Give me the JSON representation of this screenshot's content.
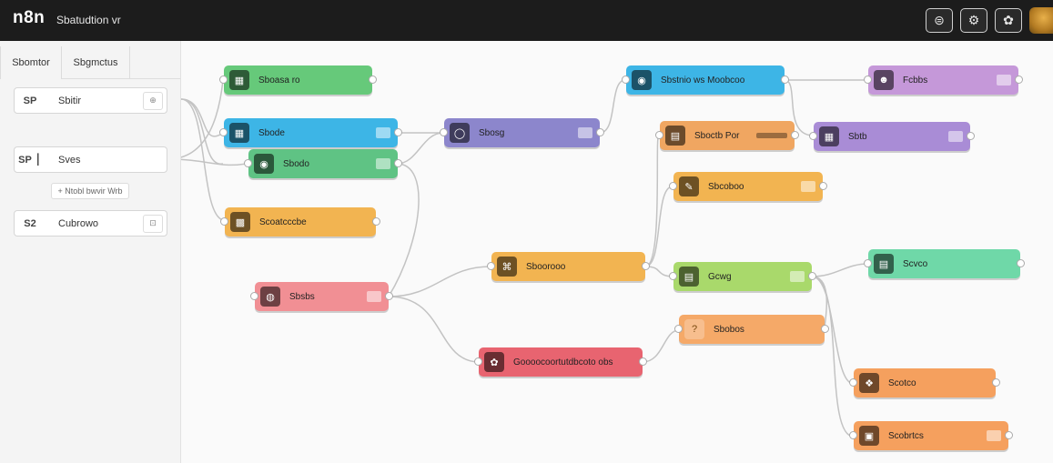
{
  "app": {
    "logo": "n8n",
    "title": "Sbatudtion vr"
  },
  "topbar": {
    "buttons": [
      {
        "name": "workflow-icon",
        "glyph": "⊜"
      },
      {
        "name": "settings-icon",
        "glyph": "⚙"
      },
      {
        "name": "share-icon",
        "glyph": "✿"
      }
    ]
  },
  "sidebar": {
    "tabs": [
      "Sbomtor",
      "Sbgmctus"
    ],
    "items": [
      {
        "icon": "SP",
        "label": "Sbitir",
        "end": "⊕"
      },
      {
        "icon": "SP ⎪",
        "label": "Sves",
        "end": ""
      },
      {
        "icon": "S2",
        "label": "Cubrowo",
        "end": "⊡"
      }
    ],
    "hint": "+ Ntobl bwvir Wrb"
  },
  "nodes": [
    {
      "id": "n1",
      "label": "Sboasa ro",
      "color": "#66c97a",
      "icon": "▦"
    },
    {
      "id": "n2",
      "label": "Sbode",
      "color": "#3db5e6",
      "icon": "▦"
    },
    {
      "id": "n3",
      "label": "Sbodo",
      "color": "#5fc384",
      "icon": "◉"
    },
    {
      "id": "n4",
      "label": "Scoatcccbe",
      "color": "#f2b451",
      "icon": "▩"
    },
    {
      "id": "n5",
      "label": "Sbsbs",
      "color": "#f18f94",
      "icon": "◍"
    },
    {
      "id": "n6",
      "label": "Sbosg",
      "color": "#8c86cc",
      "icon": "◯"
    },
    {
      "id": "n7",
      "label": "Sboorooo",
      "color": "#f2b451",
      "icon": "⌘"
    },
    {
      "id": "n8",
      "label": "Goooocoortutdbcoto obs",
      "color": "#e86470",
      "icon": "✿"
    },
    {
      "id": "n9",
      "label": "Sbstnio ws Moobcoo",
      "color": "#3db5e6",
      "icon": "◉"
    },
    {
      "id": "n10",
      "label": "Sboctb Por",
      "color": "#f0a661",
      "icon": "▤"
    },
    {
      "id": "n11",
      "label": "Sbcoboo",
      "color": "#f2b451",
      "icon": "✎"
    },
    {
      "id": "n12",
      "label": "Gcwg",
      "color": "#a9d96b",
      "icon": "▤"
    },
    {
      "id": "n13",
      "label": "Sbobos",
      "color": "#f5a968",
      "icon": "?"
    },
    {
      "id": "n14",
      "label": "Fcbbs",
      "color": "#c598d9",
      "icon": "☻"
    },
    {
      "id": "n15",
      "label": "Sbtb",
      "color": "#a98cd6",
      "icon": "▦"
    },
    {
      "id": "n16",
      "label": "Scvco",
      "color": "#6fd8a8",
      "icon": "▤"
    },
    {
      "id": "n17",
      "label": "Scotco",
      "color": "#f5a05e",
      "icon": "❖"
    },
    {
      "id": "n18",
      "label": "Scobrtcs",
      "color": "#f5a05e",
      "icon": "▣"
    }
  ]
}
